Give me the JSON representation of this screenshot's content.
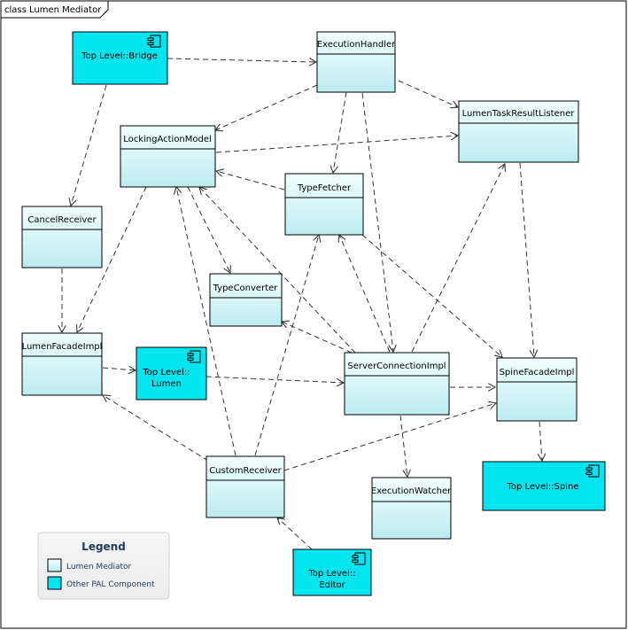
{
  "diagram": {
    "frame_title": "class Lumen Mediator",
    "colors": {
      "mediator_fill_top": "#f2ffff",
      "mediator_fill_bottom": "#bfeff2",
      "pal_fill": "#00e5ee",
      "border": "#000000",
      "edge": "#333333"
    },
    "nodes": {
      "bridge": {
        "label": "Top Level::Bridge"
      },
      "execution_handler": {
        "label": "ExecutionHandler"
      },
      "lumen_task_result_listener": {
        "label": "LumenTaskResultListener"
      },
      "locking_action_model": {
        "label": "LockingActionModel"
      },
      "type_fetcher": {
        "label": "TypeFetcher"
      },
      "cancel_receiver": {
        "label": "CancelReceiver"
      },
      "type_converter": {
        "label": "TypeConverter"
      },
      "lumen_facade_impl": {
        "label": "LumenFacadeImpl"
      },
      "lumen": {
        "label_line1": "Top Level::",
        "label_line2": "Lumen"
      },
      "server_connection_impl": {
        "label": "ServerConnectionImpl"
      },
      "spine_facade_impl": {
        "label": "SpineFacadeImpl"
      },
      "custom_receiver": {
        "label": "CustomReceiver"
      },
      "execution_watcher": {
        "label": "ExecutionWatcher"
      },
      "spine": {
        "label": "Top Level::Spine"
      },
      "editor": {
        "label_line1": "Top Level::",
        "label_line2": "Editor"
      }
    },
    "legend": {
      "title": "Legend",
      "items": [
        {
          "label": "Lumen Mediator"
        },
        {
          "label": "Other PAL Component"
        }
      ]
    }
  }
}
